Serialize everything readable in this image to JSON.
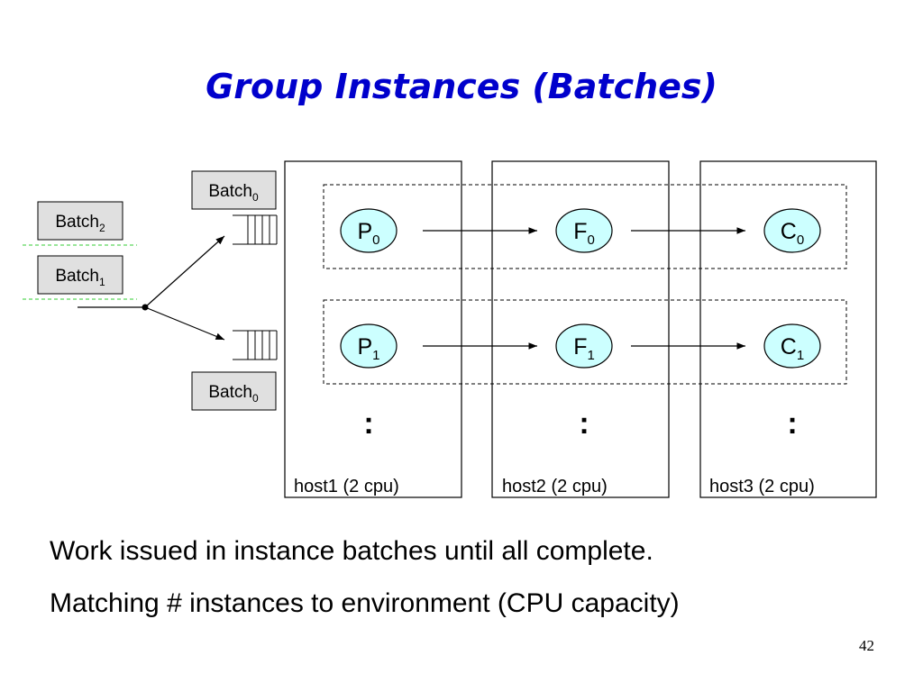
{
  "slide": {
    "title": "Group Instances (Batches)",
    "bullets": [
      "Work issued in instance batches until all complete.",
      "Matching # instances to environment (CPU capacity)"
    ],
    "page_number": "42"
  },
  "diagram": {
    "batch_word": "Batch",
    "pending_batches": [
      {
        "subscript": "2"
      },
      {
        "subscript": "1"
      }
    ],
    "queued_batches": [
      {
        "subscript": "0"
      },
      {
        "subscript": "0"
      }
    ],
    "hosts": [
      "host1 (2 cpu)",
      "host2 (2 cpu)",
      "host3 (2 cpu)"
    ],
    "instances": [
      {
        "nodes": [
          {
            "letter": "P",
            "sub": "0"
          },
          {
            "letter": "F",
            "sub": "0"
          },
          {
            "letter": "C",
            "sub": "0"
          }
        ]
      },
      {
        "nodes": [
          {
            "letter": "P",
            "sub": "1"
          },
          {
            "letter": "F",
            "sub": "1"
          },
          {
            "letter": "C",
            "sub": "1"
          }
        ]
      }
    ],
    "continuation_mark": ":",
    "colors": {
      "title": "#0000cc",
      "batch_box": "#e0e0e0",
      "node_fill": "#ccffff",
      "divider": "#33cc33"
    }
  }
}
